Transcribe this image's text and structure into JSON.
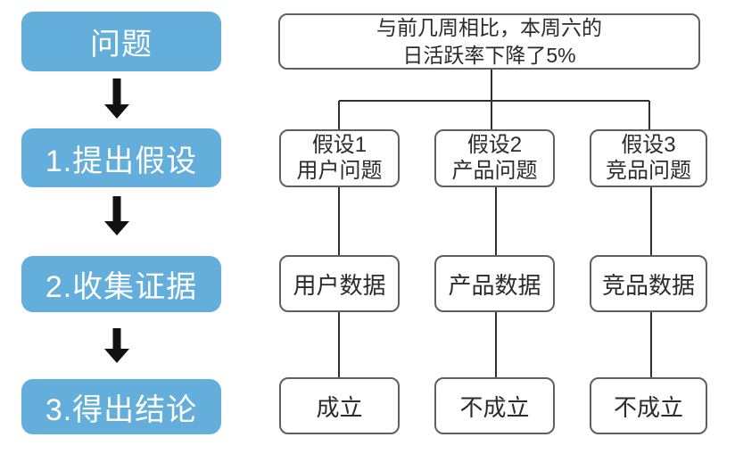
{
  "diagram": {
    "steps": [
      {
        "label": "问题"
      },
      {
        "label": "1.提出假设"
      },
      {
        "label": "2.收集证据"
      },
      {
        "label": "3.得出结论"
      }
    ],
    "problem": {
      "line1": "与前几周相比，本周六的",
      "line2": "日活跃率下降了5%"
    },
    "hypotheses": [
      {
        "title": "假设1",
        "subtitle": "用户问题"
      },
      {
        "title": "假设2",
        "subtitle": "产品问题"
      },
      {
        "title": "假设3",
        "subtitle": "竞品问题"
      }
    ],
    "evidence": [
      "用户数据",
      "产品数据",
      "竞品数据"
    ],
    "conclusions": [
      "成立",
      "不成立",
      "不成立"
    ],
    "colors": {
      "step_fill": "#63aeda",
      "step_text": "#ffffff",
      "box_border": "#5f5f5f",
      "line": "#2f2f2f",
      "arrow": "#111111",
      "background": "#ffffff"
    }
  }
}
